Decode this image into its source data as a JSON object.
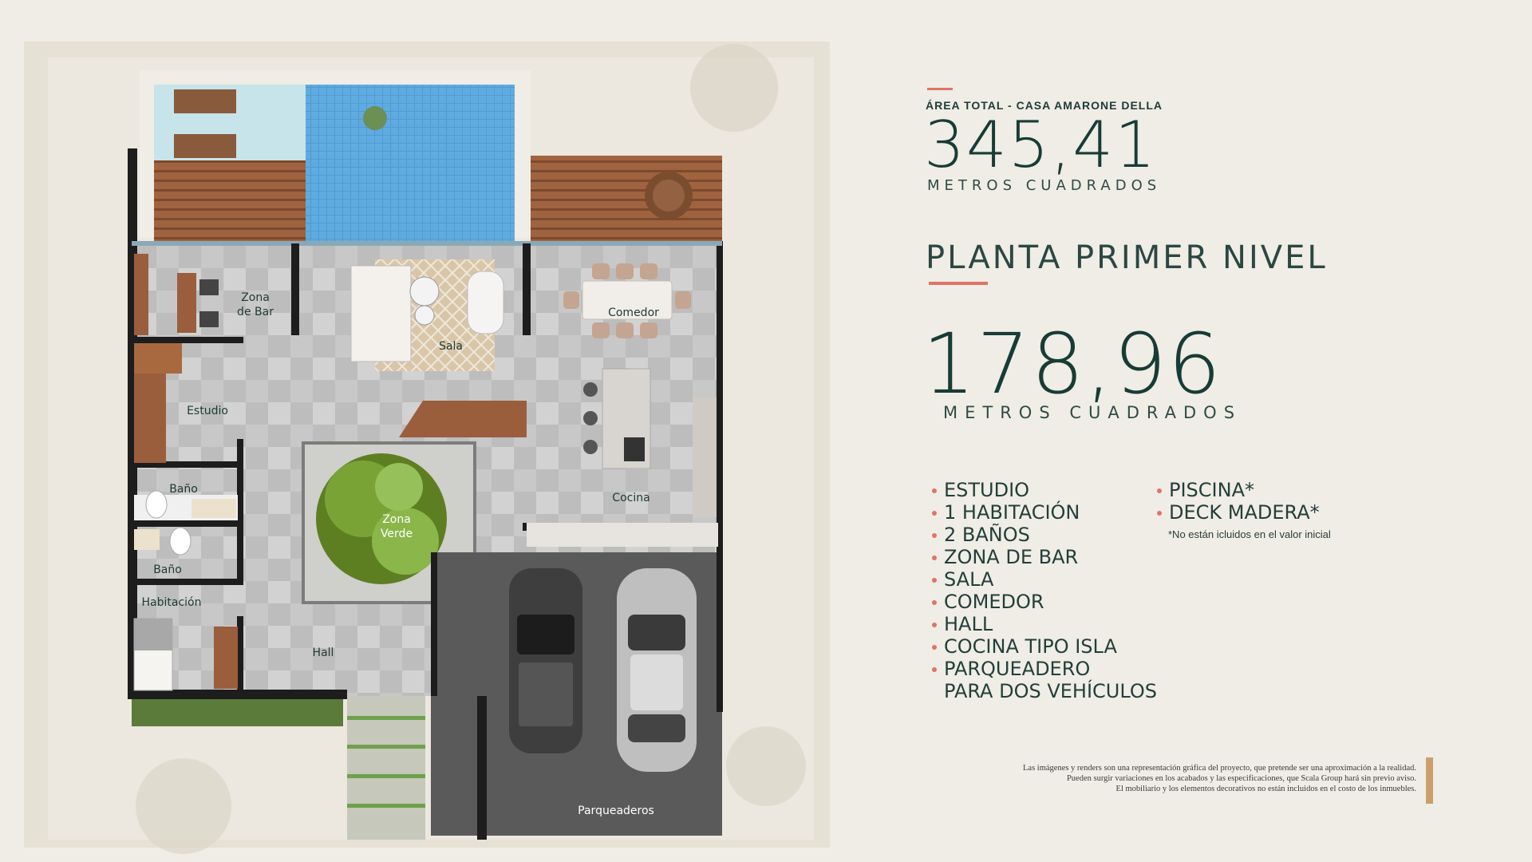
{
  "header": {
    "over_title": "ÁREA TOTAL - CASA AMARONE DELLA",
    "total_area": "345,41",
    "total_unit": "METROS CUADRADOS"
  },
  "level": {
    "title": "PLANTA PRIMER NIVEL",
    "area": "178,96",
    "unit": "METROS CUADRADOS"
  },
  "features_left": [
    "ESTUDIO",
    "1 HABITACIÓN",
    "2 BAÑOS",
    "ZONA DE BAR",
    "SALA",
    "COMEDOR",
    "HALL",
    "COCINA TIPO ISLA",
    "PARQUEADERO",
    "PARA DOS VEHÍCULOS"
  ],
  "features_right": [
    "PISCINA*",
    "DECK MADERA*"
  ],
  "note": "*No están icluidos en el valor inicial",
  "disclaimer": [
    "Las imágenes y renders son una representación gráfica del proyecto, que pretende ser una aproximación a la realidad.",
    "Pueden surgir variaciones en los acabados y las especificaciones, que Scala Group hará sin previo aviso.",
    "El mobiliario y los elementos decorativos no están incluidos en el costo de los inmuebles."
  ],
  "rooms": {
    "zona_bar": "Zona\nde Bar",
    "sala": "Sala",
    "comedor": "Comedor",
    "estudio": "Estudio",
    "bano1": "Baño",
    "bano2": "Baño",
    "zona_verde": "Zona\nVerde",
    "cocina": "Cocina",
    "habitacion": "Habitación",
    "hall": "Hall",
    "parqueaderos": "Parqueaderos"
  },
  "colors": {
    "accent": "#e07367",
    "text_dark": "#173c35",
    "pool": "#4f9fd6",
    "deck": "#9b5e3c",
    "gold": "#c9a06b"
  }
}
